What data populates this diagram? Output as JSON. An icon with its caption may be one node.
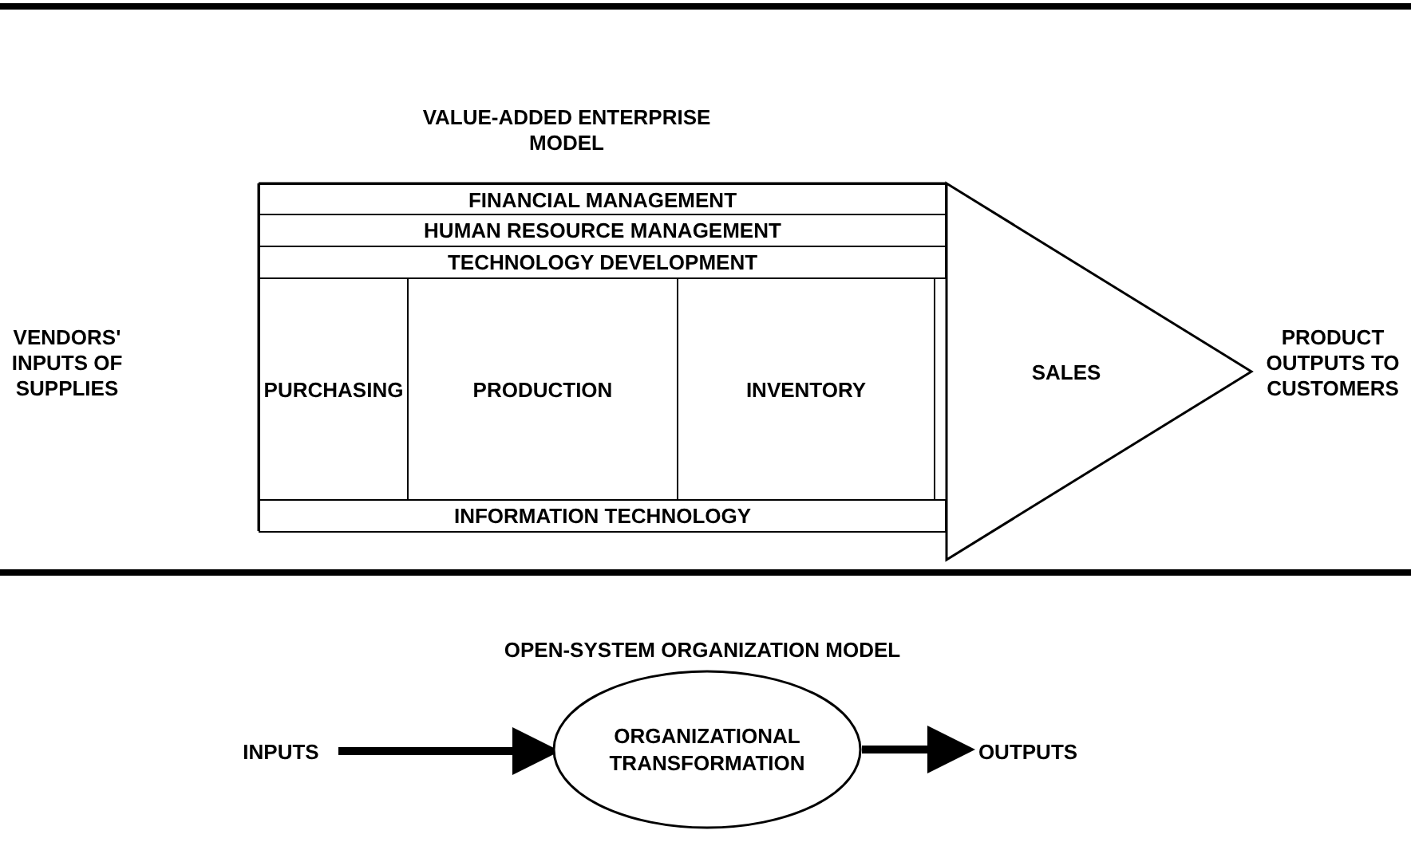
{
  "diagram": {
    "nodes": [
      {
        "text": [
          "SALES"
        ]
      },
      {
        "text": [
          "FINANCIAL MANAGEMENT"
        ],
        "in": 0
      },
      {
        "text": [
          "HUMAN RESOURCE MANAGEMENT"
        ],
        "in": 0
      },
      {
        "text": [
          "TECHNOLOGY DEVELOPMENT"
        ],
        "in": 0
      },
      {
        "text": [
          "PURCHASING"
        ],
        "in": 0
      },
      {
        "text": [
          "PRODUCTION"
        ],
        "in": 0
      },
      {
        "text": [
          "INVENTORY"
        ],
        "in": 0
      },
      {
        "text": [
          "INFORMATION TECHNOLOGY"
        ],
        "in": 0
      },
      {
        "text": [
          "INPUTS"
        ]
      },
      {
        "text": [
          "ORGANIZATIONAL TRANSFORMATION"
        ]
      },
      {
        "text": [
          "OUTPUTS"
        ]
      }
    ],
    "edges": [
      {
        "from": 8,
        "to": 9,
        "arrow": "to"
      },
      {
        "from": 9,
        "to": 10,
        "arrow": "to"
      }
    ],
    "labels": [
      "VALUE-ADDED ENTERPRISE MODEL",
      "VENDORS' INPUTS OF SUPPLIES",
      "PRODUCT OUTPUTS TO CUSTOMERS",
      "OPEN-SYSTEM ORGANIZATION MODEL"
    ]
  }
}
